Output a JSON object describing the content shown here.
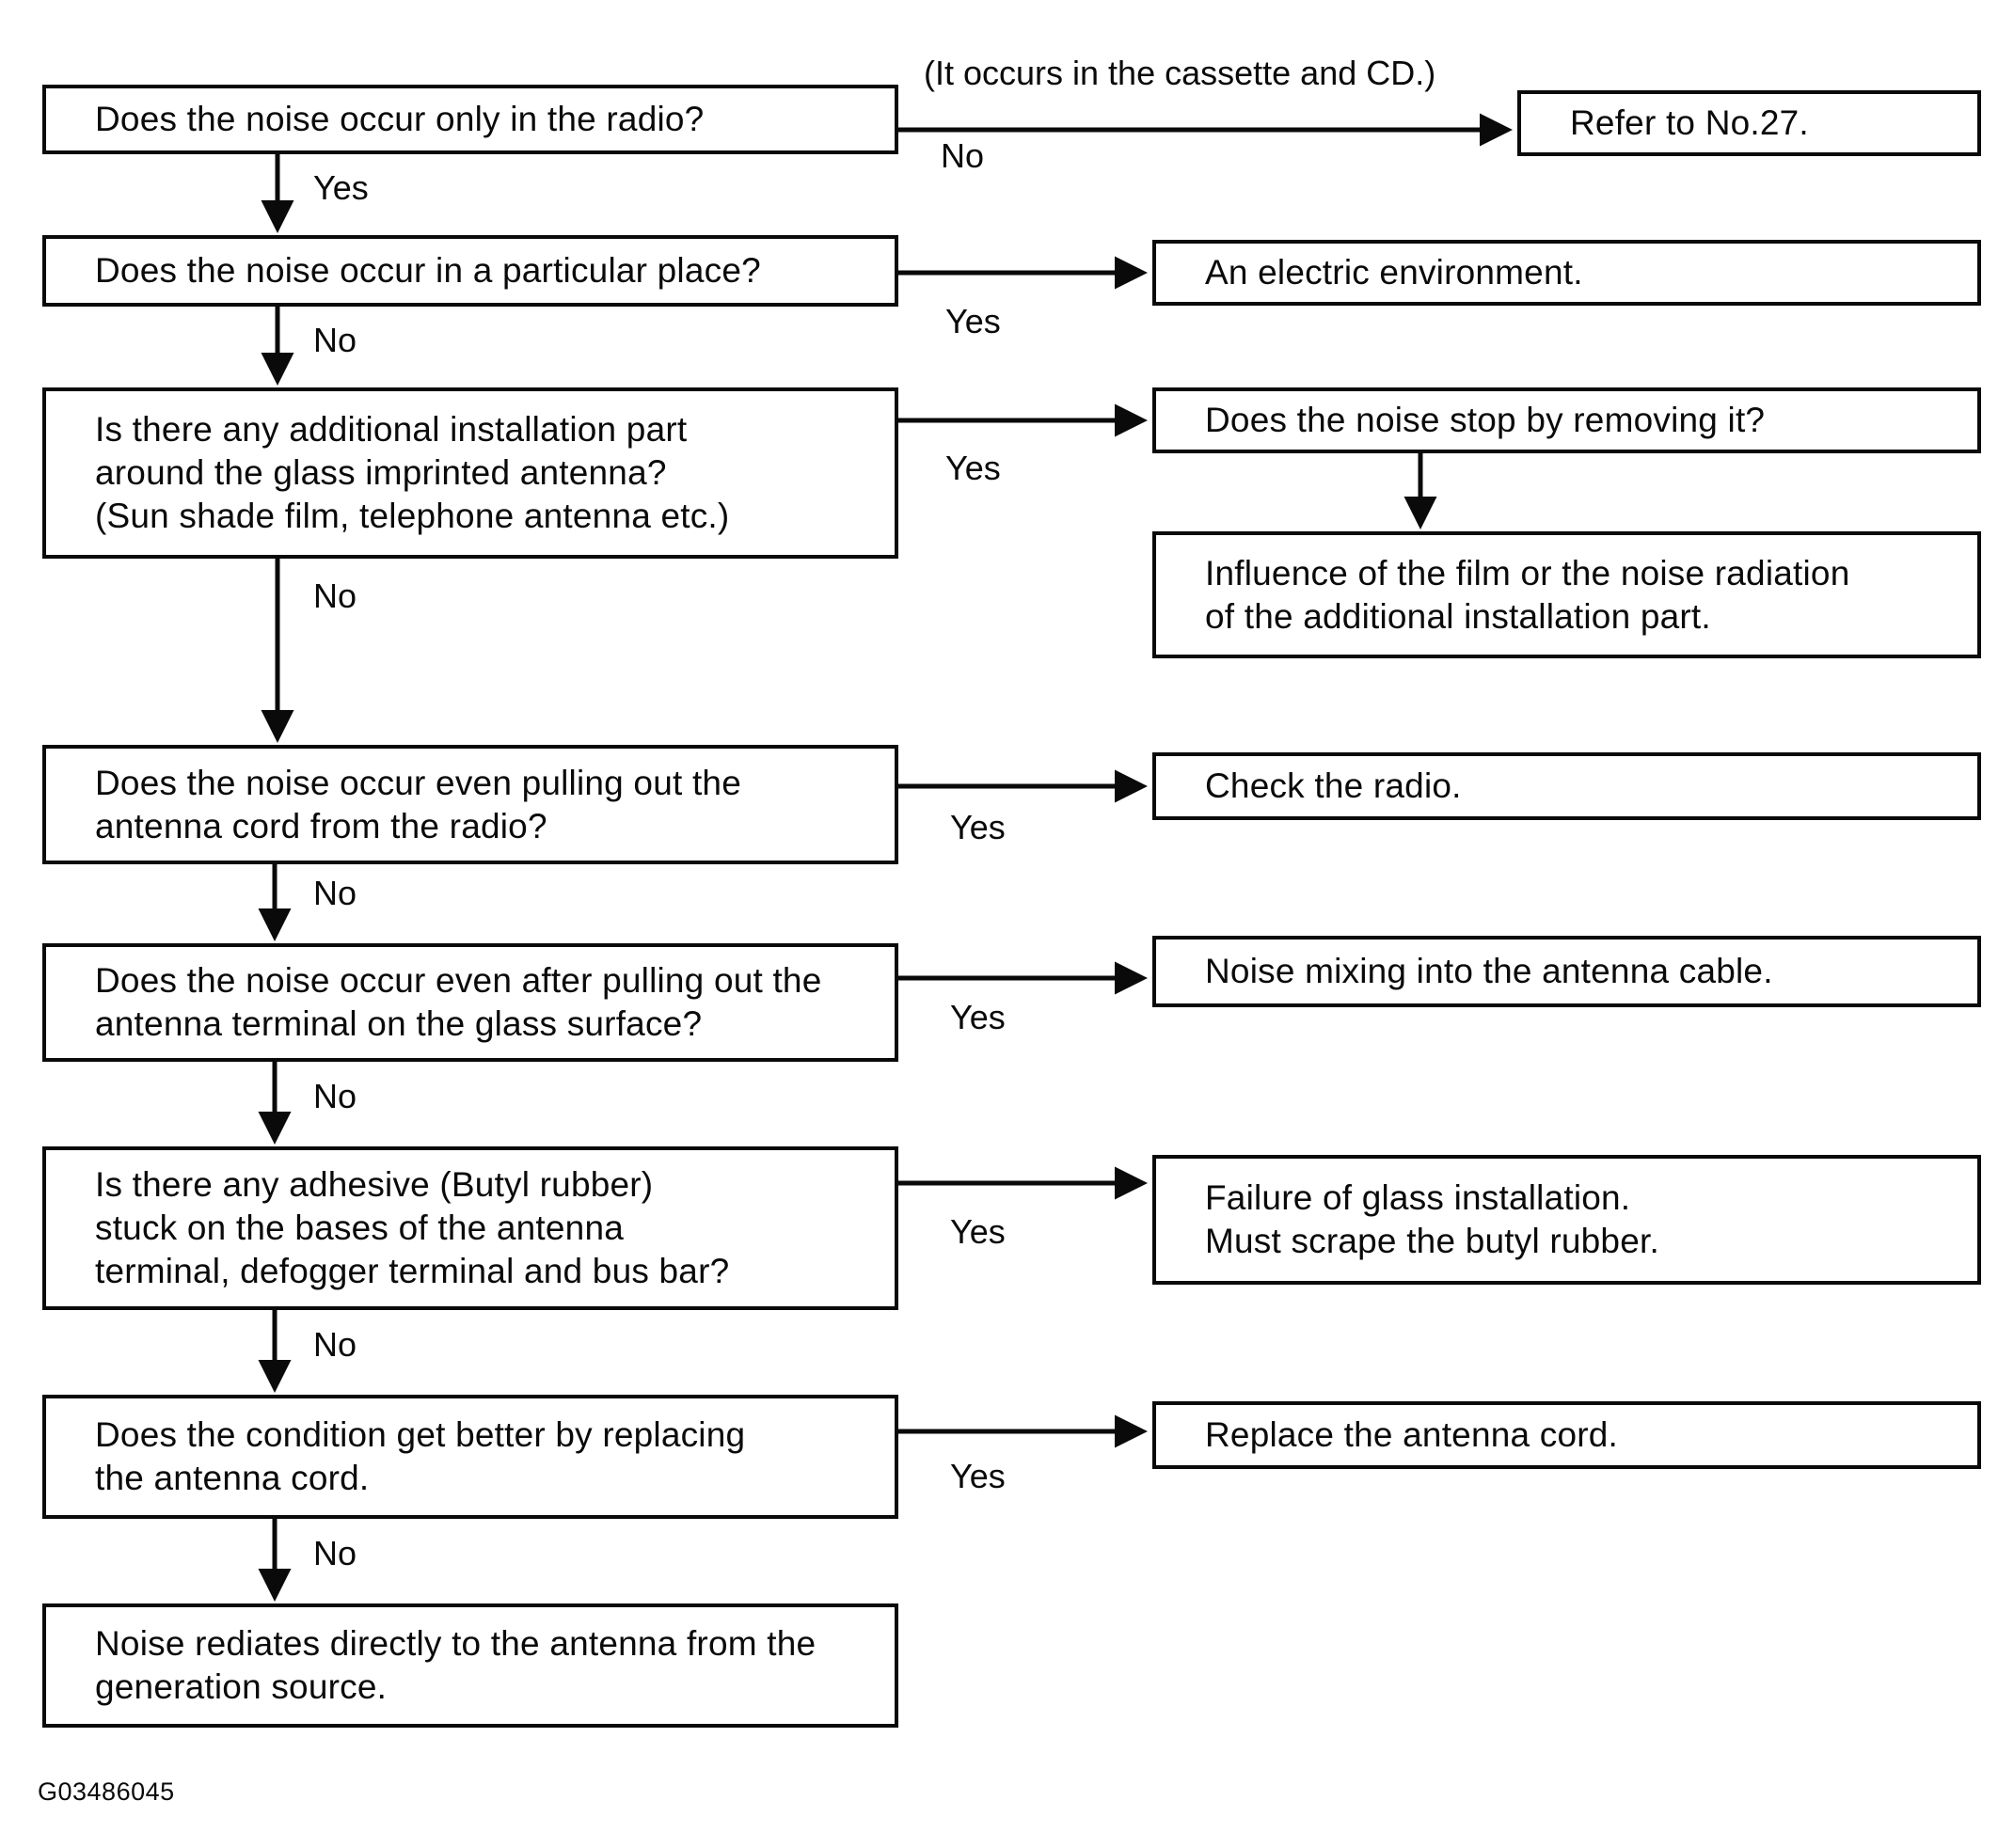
{
  "figure_code": "G03486045",
  "labels": {
    "yes": "Yes",
    "no": "No",
    "note": "(It occurs in the cassette and CD.)"
  },
  "questions": {
    "q1": {
      "lines": [
        "Does the noise occur only in the radio?"
      ]
    },
    "q2": {
      "lines": [
        "Does the noise occur in a particular place?"
      ]
    },
    "q3": {
      "lines": [
        "Is there any additional installation part",
        "around the glass imprinted antenna?",
        "(Sun shade film, telephone antenna etc.)"
      ]
    },
    "q4": {
      "lines": [
        "Does the noise occur even pulling out the",
        "antenna cord from the radio?"
      ]
    },
    "q5": {
      "lines": [
        "Does the noise occur even after pulling out the",
        "antenna terminal on the glass surface?"
      ]
    },
    "q6": {
      "lines": [
        "Is there any adhesive (Butyl rubber)",
        "stuck on the bases of the antenna",
        "terminal, defogger terminal and bus bar?"
      ]
    },
    "q7": {
      "lines": [
        "Does the condition get better by replacing",
        "the antenna cord."
      ]
    },
    "q8": {
      "lines": [
        "Noise rediates directly to the antenna from the",
        "generation source."
      ]
    }
  },
  "results": {
    "r1": {
      "lines": [
        "Refer to No.27."
      ]
    },
    "r2": {
      "lines": [
        "An electric environment."
      ]
    },
    "r3a": {
      "lines": [
        "Does the noise stop by removing it?"
      ]
    },
    "r3b": {
      "lines": [
        "Influence of the film or the noise radiation",
        "of the additional installation part."
      ]
    },
    "r4": {
      "lines": [
        "Check the radio."
      ]
    },
    "r5": {
      "lines": [
        "Noise mixing into the antenna cable."
      ]
    },
    "r6": {
      "lines": [
        "Failure of glass installation.",
        "Must scrape the butyl rubber."
      ]
    },
    "r7": {
      "lines": [
        "Replace the antenna cord."
      ]
    }
  }
}
